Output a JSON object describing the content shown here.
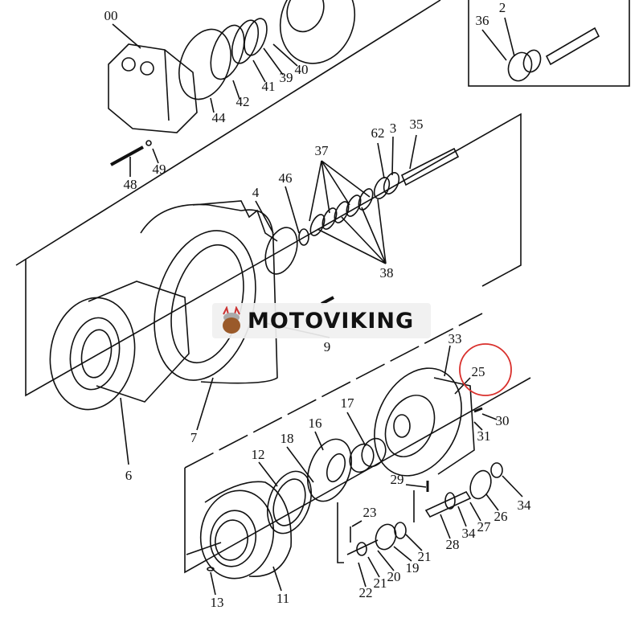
{
  "diagram": {
    "title": "Travel motor final drive exploded view",
    "highlight_color": "#d9302c",
    "highlighted_part": "25",
    "labels": {
      "p00": "00",
      "p44": "44",
      "p42": "42",
      "p41": "41",
      "p39": "39",
      "p40": "40",
      "p36": "36",
      "p2": "2",
      "p48": "48",
      "p49": "49",
      "p37": "37",
      "p62": "62",
      "p3": "3",
      "p35": "35",
      "p46": "46",
      "p4": "4",
      "p38": "38",
      "p9": "9",
      "p7": "7",
      "p6": "6",
      "p33": "33",
      "p25": "25",
      "p30": "30",
      "p31": "31",
      "p17": "17",
      "p16": "16",
      "p18": "18",
      "p12": "12",
      "p29": "29",
      "p34a": "34",
      "p26": "26",
      "p27": "27",
      "p34b": "34",
      "p28": "28",
      "p23": "23",
      "p21a": "21",
      "p19": "19",
      "p20": "20",
      "p21b": "21",
      "p22": "22",
      "p13": "13",
      "p11": "11"
    }
  },
  "watermark": {
    "brand": "MOTOVIKING"
  }
}
